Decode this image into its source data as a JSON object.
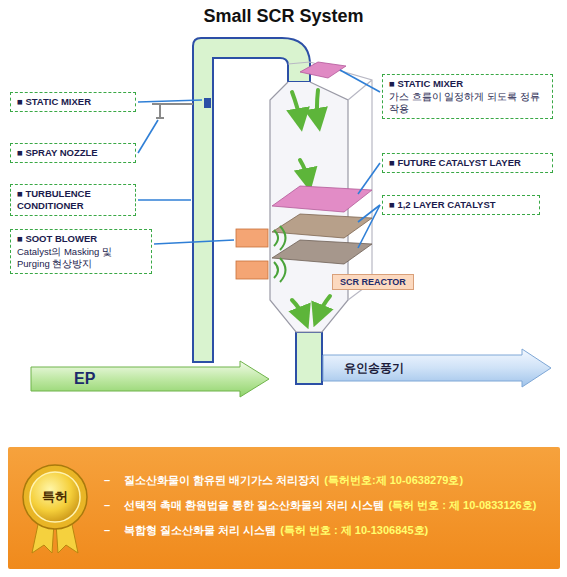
{
  "diagram": {
    "title": "Small SCR System",
    "nodes": [
      {
        "text": [
          "■ STATIC MIXER"
        ]
      },
      {
        "text": [
          "■ STATIC MIXER",
          "가스 흐름이 일정하게 되도록 정류작용"
        ]
      },
      {
        "text": [
          "■ SPRAY NOZZLE"
        ]
      },
      {
        "text": [
          "■ FUTURE CATALYST LAYER"
        ]
      },
      {
        "text": [
          "■ TURBULENCE CONDITIONER"
        ]
      },
      {
        "text": [
          "■ 1,2 LAYER CATALYST"
        ]
      },
      {
        "text": [
          "■ SOOT BLOWER",
          "Catalyst의 Masking 및 Purging 현상방지"
        ]
      },
      {
        "text": [
          "SCR REACTOR"
        ]
      },
      {
        "text": [
          "EP"
        ]
      },
      {
        "text": [
          "유인송풍기"
        ]
      },
      {
        "text": [
          "–",
          "질소산화물이 함유된 배기가스 처리장치",
          "(특허번호:제 10-0638279호)",
          "–",
          "선택적 촉매 환원법을 통한 질소산화물의 처리 시스템",
          "(특허 번호 : 제 10-0833126호)",
          "–",
          "복합형 질소산화물 처리 시스템",
          "(특허 번호 : 제 10-1306845호)"
        ]
      },
      {
        "text": [
          "특허"
        ],
        "in": 10
      }
    ]
  }
}
